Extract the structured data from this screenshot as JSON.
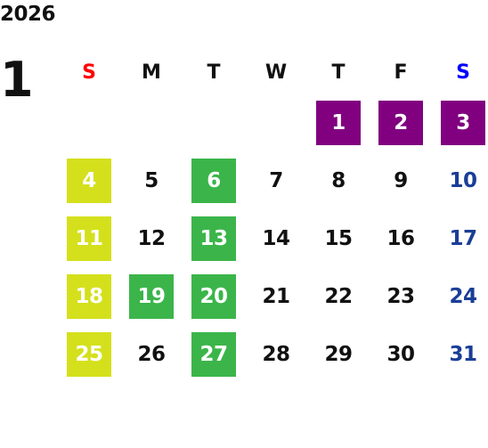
{
  "calendar": {
    "year": "2026",
    "month": "1",
    "weekdays": [
      {
        "label": "S",
        "color": "#ff0000"
      },
      {
        "label": "M",
        "color": "#111111"
      },
      {
        "label": "T",
        "color": "#111111"
      },
      {
        "label": "W",
        "color": "#111111"
      },
      {
        "label": "T",
        "color": "#111111"
      },
      {
        "label": "F",
        "color": "#111111"
      },
      {
        "label": "S",
        "color": "#0000ff"
      }
    ],
    "colors": {
      "purple": "#800080",
      "yellow": "#d4e01c",
      "green": "#3bb54a",
      "saturday_text": "#1a3e96",
      "default_text": "#111111"
    },
    "weeks": [
      [
        {
          "day": ""
        },
        {
          "day": ""
        },
        {
          "day": ""
        },
        {
          "day": ""
        },
        {
          "day": "1",
          "fill": "purple"
        },
        {
          "day": "2",
          "fill": "purple"
        },
        {
          "day": "3",
          "fill": "purple"
        }
      ],
      [
        {
          "day": "4",
          "fill": "yellow"
        },
        {
          "day": "5"
        },
        {
          "day": "6",
          "fill": "green"
        },
        {
          "day": "7"
        },
        {
          "day": "8"
        },
        {
          "day": "9"
        },
        {
          "day": "10",
          "text": "saturday_text"
        }
      ],
      [
        {
          "day": "11",
          "fill": "yellow"
        },
        {
          "day": "12"
        },
        {
          "day": "13",
          "fill": "green"
        },
        {
          "day": "14"
        },
        {
          "day": "15"
        },
        {
          "day": "16"
        },
        {
          "day": "17",
          "text": "saturday_text"
        }
      ],
      [
        {
          "day": "18",
          "fill": "yellow"
        },
        {
          "day": "19",
          "fill": "green"
        },
        {
          "day": "20",
          "fill": "green"
        },
        {
          "day": "21"
        },
        {
          "day": "22"
        },
        {
          "day": "23"
        },
        {
          "day": "24",
          "text": "saturday_text"
        }
      ],
      [
        {
          "day": "25",
          "fill": "yellow"
        },
        {
          "day": "26"
        },
        {
          "day": "27",
          "fill": "green"
        },
        {
          "day": "28"
        },
        {
          "day": "29"
        },
        {
          "day": "30"
        },
        {
          "day": "31",
          "text": "saturday_text"
        }
      ]
    ]
  }
}
